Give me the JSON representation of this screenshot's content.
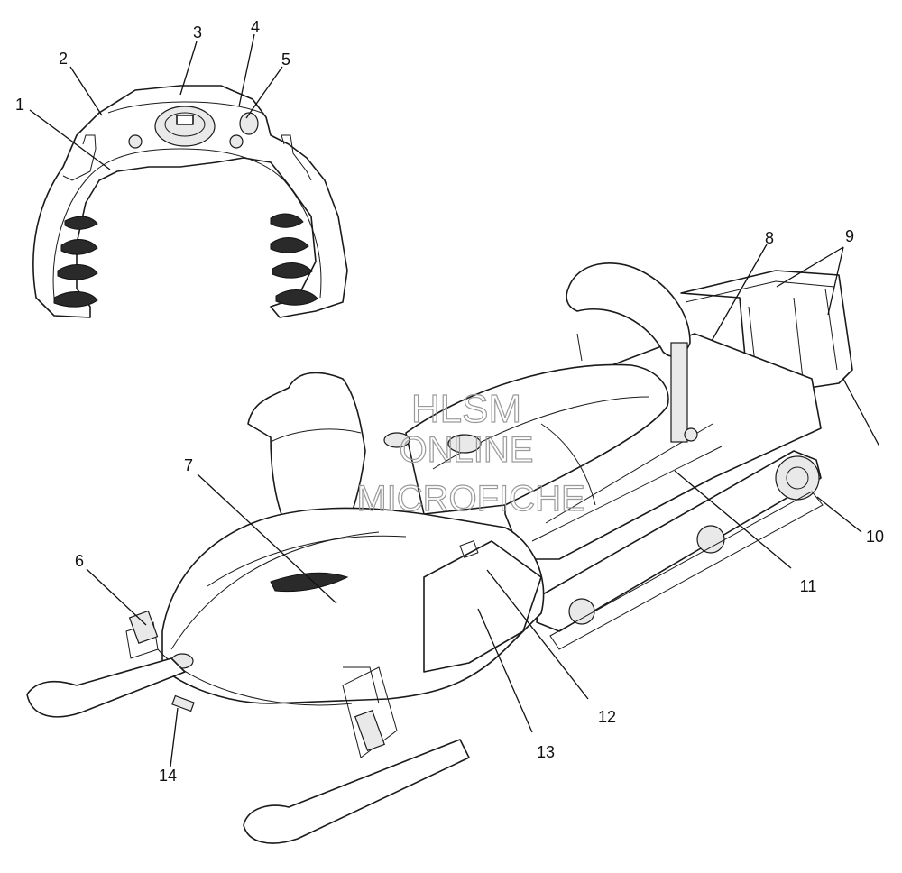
{
  "watermark": {
    "line1": "HLSM",
    "line2": "ONLINE",
    "line3": "MICROFICHE"
  },
  "callouts": [
    "1",
    "2",
    "3",
    "4",
    "5",
    "6",
    "7",
    "8",
    "9",
    "10",
    "11",
    "12",
    "13",
    "14"
  ]
}
